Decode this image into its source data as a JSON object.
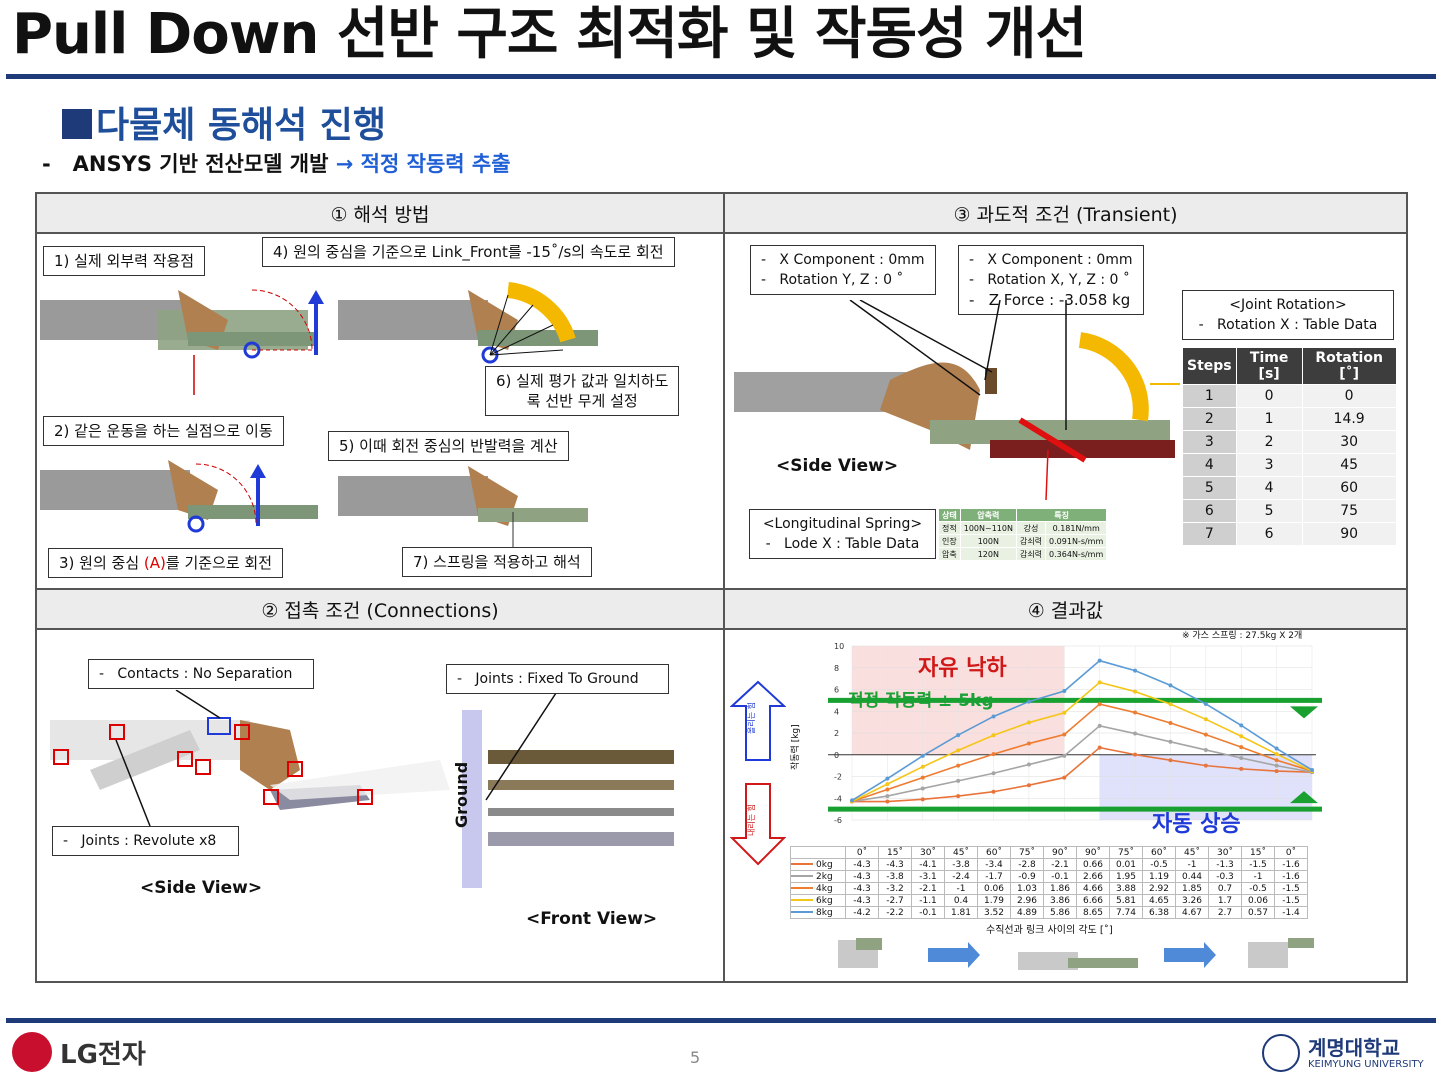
{
  "title": "Pull Down 선반 구조 최적화 및 작동성 개선",
  "section": "다물체 동해석 진행",
  "subline": {
    "dash": "-",
    "left": "ANSYS 기반 전산모델 개발",
    "arrow": "→",
    "right": "적정 작동력 추출"
  },
  "cells": {
    "method": "① 해석 방법",
    "transient": "③ 과도적 조건 (Transient)",
    "connections": "② 접촉 조건 (Connections)",
    "results": "④ 결과값"
  },
  "method_labels": {
    "l1": "1) 실제 외부력 작용점",
    "l2": "2) 같은 운동을 하는 실점으로 이동",
    "l3a": "3) 원의 중심 ",
    "l3b": "(A)",
    "l3c": "를 기준으로 회전",
    "l4": "4) 원의 중심을 기준으로 Link_Front를 -15˚/s의 속도로 회전",
    "l5": "5) 이때 회전 중심의 반발력을 계산",
    "l6a": "6) 실제 평가 값과 일치하도",
    "l6b": "록 선반 무게 설정",
    "l7": "7) 스프링을 적용하고 해석"
  },
  "transient": {
    "box1": [
      "X Component : 0mm",
      "Rotation Y, Z : 0 ˚"
    ],
    "box2": [
      "X Component : 0mm",
      "Rotation X, Y, Z : 0 ˚",
      "Z Force : -3.058 kg"
    ],
    "joint": [
      "<Joint Rotation>",
      "Rotation X : Table Data"
    ],
    "side_view": "<Side View>",
    "spring": [
      "<Longitudinal Spring>",
      "Lode X : Table Data"
    ],
    "rot_table": {
      "headers": [
        "Steps",
        "Time [s]",
        "Rotation [˚]"
      ],
      "rows": [
        [
          "1",
          "0",
          "0"
        ],
        [
          "2",
          "1",
          "14.9"
        ],
        [
          "3",
          "2",
          "30"
        ],
        [
          "4",
          "3",
          "45"
        ],
        [
          "5",
          "4",
          "60"
        ],
        [
          "6",
          "5",
          "75"
        ],
        [
          "7",
          "6",
          "90"
        ]
      ]
    },
    "spring_table": {
      "headers": [
        "상태",
        "압축력",
        "특징"
      ],
      "rows": [
        [
          "정적",
          "100N~110N",
          "강성",
          "0.181N/mm"
        ],
        [
          "인장",
          "100N",
          "감쇠력",
          "0.091N-s/mm"
        ],
        [
          "압축",
          "120N",
          "감쇠력",
          "0.364N-s/mm"
        ]
      ]
    }
  },
  "connections": {
    "contacts": "Contacts : No Separation",
    "joints_fixed": "Joints : Fixed To Ground",
    "joints_rev": "Joints : Revolute x8",
    "ground": "Ground",
    "side_view": "<Side View>",
    "front_view": "<Front View>"
  },
  "results": {
    "note": "※ 가스 스프링 : 27.5kg X 2개",
    "free_fall": "자유 낙하",
    "proper_force": "적정 작동력 ± 5kg",
    "auto_rise": "자동 상승",
    "up_label": "올리는 힘",
    "down_label": "내리는 힘",
    "xlabel": "수직선과 링크 사이의 각도 [˚]",
    "ylabel": "작동력 [kg]"
  },
  "chart_data": {
    "type": "line",
    "x": [
      "0˚",
      "15˚",
      "30˚",
      "45˚",
      "60˚",
      "75˚",
      "90˚",
      "90˚",
      "75˚",
      "60˚",
      "45˚",
      "30˚",
      "15˚",
      "0˚"
    ],
    "xlabel": "수직선과 링크 사이의 각도 [˚]",
    "ylabel": "작동력 [kg]",
    "ylim": [
      -6,
      10
    ],
    "yticks": [
      10,
      8,
      6,
      4,
      2,
      0,
      -2,
      -4,
      -6
    ],
    "series": [
      {
        "name": "0kg",
        "color": "#e8743b",
        "values": [
          -4.3,
          -4.3,
          -4.1,
          -3.8,
          -3.4,
          -2.8,
          -2.1,
          0.66,
          0.01,
          -0.5,
          -1,
          -1.3,
          -1.5,
          -1.6
        ]
      },
      {
        "name": "2kg",
        "color": "#a5a5a5",
        "values": [
          -4.3,
          -3.8,
          -3.1,
          -2.4,
          -1.7,
          -0.9,
          -0.1,
          2.66,
          1.95,
          1.19,
          0.44,
          -0.3,
          -1,
          -1.6
        ]
      },
      {
        "name": "4kg",
        "color": "#ed7d31",
        "values": [
          -4.3,
          -3.2,
          -2.1,
          -1,
          0.06,
          1.03,
          1.86,
          4.66,
          3.88,
          2.92,
          1.85,
          0.7,
          -0.5,
          -1.5
        ]
      },
      {
        "name": "6kg",
        "color": "#f5c518",
        "values": [
          -4.3,
          -2.7,
          -1.1,
          0.4,
          1.79,
          2.96,
          3.86,
          6.66,
          5.81,
          4.65,
          3.26,
          1.7,
          0.06,
          -1.5
        ]
      },
      {
        "name": "8kg",
        "color": "#5b9bd5",
        "values": [
          -4.2,
          -2.2,
          -0.1,
          1.81,
          3.52,
          4.89,
          5.86,
          8.65,
          7.74,
          6.38,
          4.67,
          2.7,
          0.57,
          -1.4
        ]
      }
    ]
  },
  "footer": {
    "lg": "LG전자",
    "page": "5",
    "univ": "계명대학교",
    "univ_en": "KEIMYUNG UNIVERSITY"
  }
}
